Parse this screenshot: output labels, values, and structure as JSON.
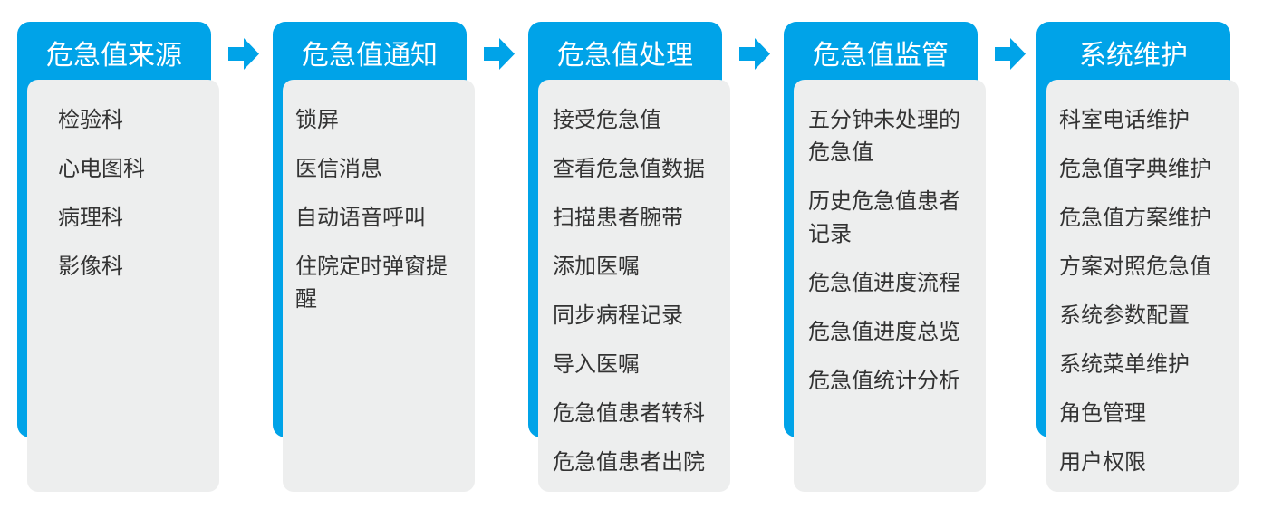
{
  "colors": {
    "accent": "#00a3e8",
    "panel": "#edeeee",
    "text": "#333333"
  },
  "columns": [
    {
      "title": "危急值来源",
      "items": [
        "检验科",
        "心电图科",
        "病理科",
        "影像科"
      ]
    },
    {
      "title": "危急值通知",
      "items": [
        "锁屏",
        "医信消息",
        "自动语音呼叫",
        "住院定时弹窗提醒"
      ]
    },
    {
      "title": "危急值处理",
      "items": [
        "接受危急值",
        "查看危急值数据",
        "扫描患者腕带",
        "添加医嘱",
        "同步病程记录",
        "导入医嘱",
        "危急值患者转科",
        "危急值患者出院"
      ]
    },
    {
      "title": "危急值监管",
      "items": [
        "五分钟未处理的危急值",
        "历史危急值患者记录",
        "危急值进度流程",
        "危急值进度总览",
        "危急值统计分析"
      ]
    },
    {
      "title": "系统维护",
      "items": [
        "科室电话维护",
        "危急值字典维护",
        "危急值方案维护",
        "方案对照危急值",
        "系统参数配置",
        "系统菜单维护",
        "角色管理",
        "用户权限"
      ]
    }
  ]
}
